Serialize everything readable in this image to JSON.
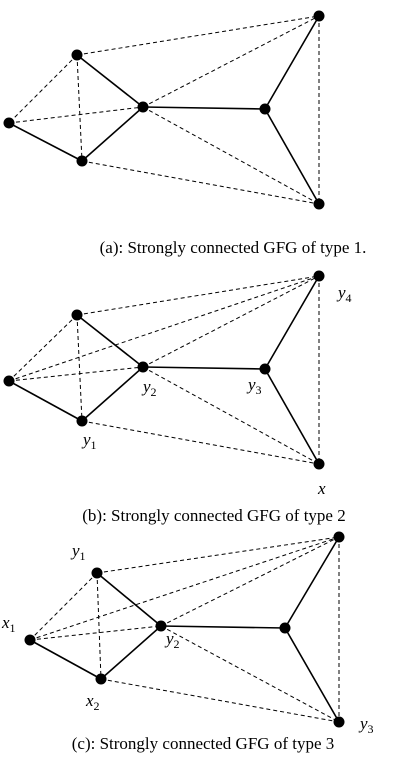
{
  "panels": [
    {
      "id": "a",
      "caption": "(a): Strongly connected GFG of type 1.",
      "labels": []
    },
    {
      "id": "b",
      "caption": "(b): Strongly connected GFG of type 2",
      "labels": [
        {
          "node": "top_right",
          "base": "y",
          "sub": "4"
        },
        {
          "node": "center",
          "base": "y",
          "sub": "2"
        },
        {
          "node": "mid_right",
          "base": "y",
          "sub": "3"
        },
        {
          "node": "bottom_left",
          "base": "y",
          "sub": "1"
        },
        {
          "node": "bottom_right",
          "base": "x",
          "sub": ""
        }
      ]
    },
    {
      "id": "c",
      "caption": "(c): Strongly connected GFG of type 3",
      "labels": [
        {
          "node": "top_left",
          "base": "y",
          "sub": "1"
        },
        {
          "node": "left",
          "base": "x",
          "sub": "1"
        },
        {
          "node": "center",
          "base": "y",
          "sub": "2"
        },
        {
          "node": "bottom_left",
          "base": "x",
          "sub": "2"
        },
        {
          "node": "bottom_right",
          "base": "y",
          "sub": "3"
        }
      ]
    }
  ]
}
